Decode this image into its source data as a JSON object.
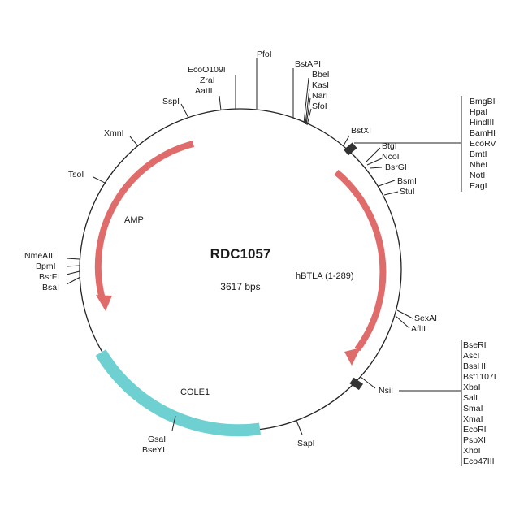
{
  "plasmid": {
    "name": "RDC1057",
    "size_label": "3617 bps"
  },
  "features": {
    "amp": {
      "label": "AMP",
      "color": "#e06b6b"
    },
    "btla": {
      "label": "hBTLA (1-289)",
      "color": "#e06b6b"
    },
    "cole1": {
      "label": "COLE1",
      "color": "#6fd0d2"
    }
  },
  "sites": {
    "pfol": "PfoI",
    "ecoo109i": "EcoO109I",
    "zral": "ZraI",
    "aatii": "AatII",
    "sspi": "SspI",
    "xmni": "XmnI",
    "tsol": "TsoI",
    "nmeaiii": "NmeAIII",
    "bpml": "BpmI",
    "bsrfi": "BsrFI",
    "bsai": "BsaI",
    "gsai": "GsaI",
    "bseyi": "BseYI",
    "sapi": "SapI",
    "bstapi": "BstAPI",
    "bbei": "BbeI",
    "kasi": "KasI",
    "nari": "NarI",
    "sfoi": "SfoI",
    "bstxi": "BstXI",
    "btgi": "BtgI",
    "ncoi": "NcoI",
    "bsrgi": "BsrGI",
    "bsmi": "BsmI",
    "stui": "StuI",
    "sexai": "SexAI",
    "afiii": "AflII",
    "nsii": "NsiI"
  },
  "mcs_top": [
    "BmgBI",
    "HpaI",
    "HindIII",
    "BamHI",
    "EcoRV",
    "BmtI",
    "NheI",
    "NotI",
    "EagI"
  ],
  "mcs_bottom": [
    "BseRI",
    "AscI",
    "BssHII",
    "Bst1107I",
    "XbaI",
    "SalI",
    "SmaI",
    "XmaI",
    "EcoRI",
    "PspXI",
    "XhoI",
    "Eco47III"
  ]
}
